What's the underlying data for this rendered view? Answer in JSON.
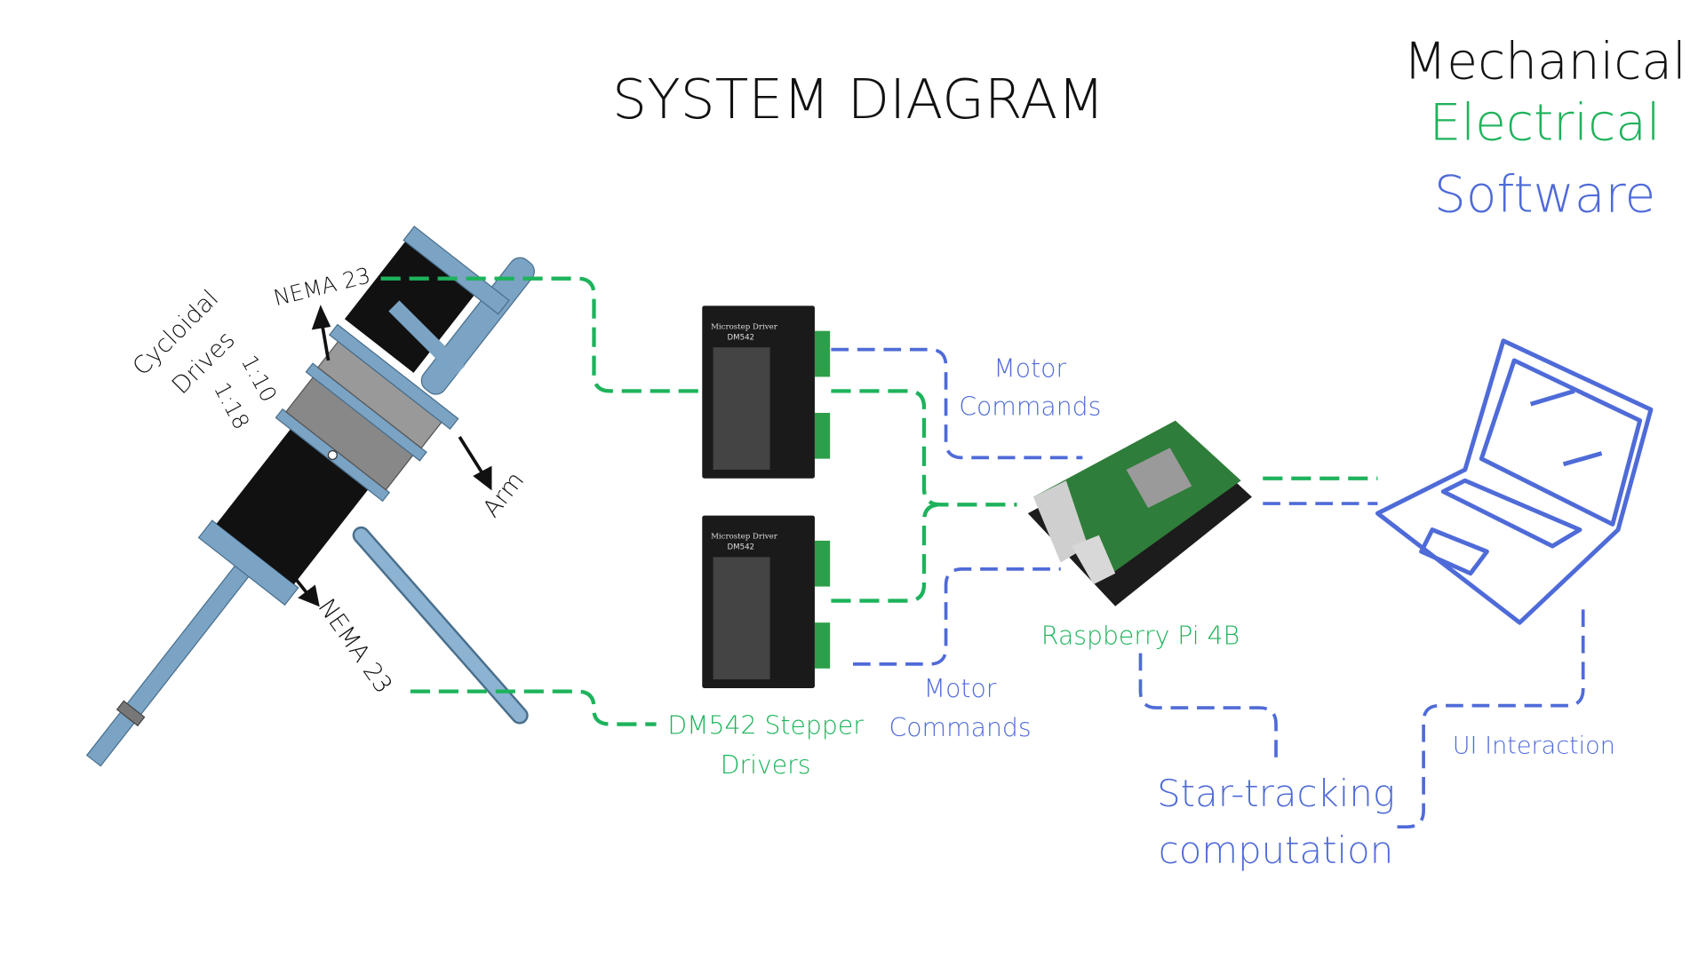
{
  "title": "SYSTEM DIAGRAM",
  "legend": {
    "mechanical": "Mechanical",
    "electrical": "Electrical",
    "software": "Software"
  },
  "colors": {
    "mechanical": "#111111",
    "electrical": "#1db35b",
    "software": "#4f6bd8",
    "part_blue": "#7aa3c4"
  },
  "mechanical_labels": {
    "nema_top": "NEMA 23",
    "nema_bottom": "NEMA 23",
    "cycloidal": "Cycloidal",
    "drives": "Drives",
    "ratio_1": "1:10",
    "ratio_2": "1:18",
    "arm": "Arm"
  },
  "drivers": {
    "label_line1": "DM542 Stepper",
    "label_line2": "Drivers",
    "device_title": "Microstep Driver",
    "device_model": "DM542"
  },
  "motor_commands_top": {
    "line1": "Motor",
    "line2": "Commands"
  },
  "motor_commands_bottom": {
    "line1": "Motor",
    "line2": "Commands"
  },
  "raspberry_pi": "Raspberry Pi 4B",
  "star_tracking": {
    "line1": "Star-tracking",
    "line2": "computation"
  },
  "ui_interaction": "UI Interaction"
}
